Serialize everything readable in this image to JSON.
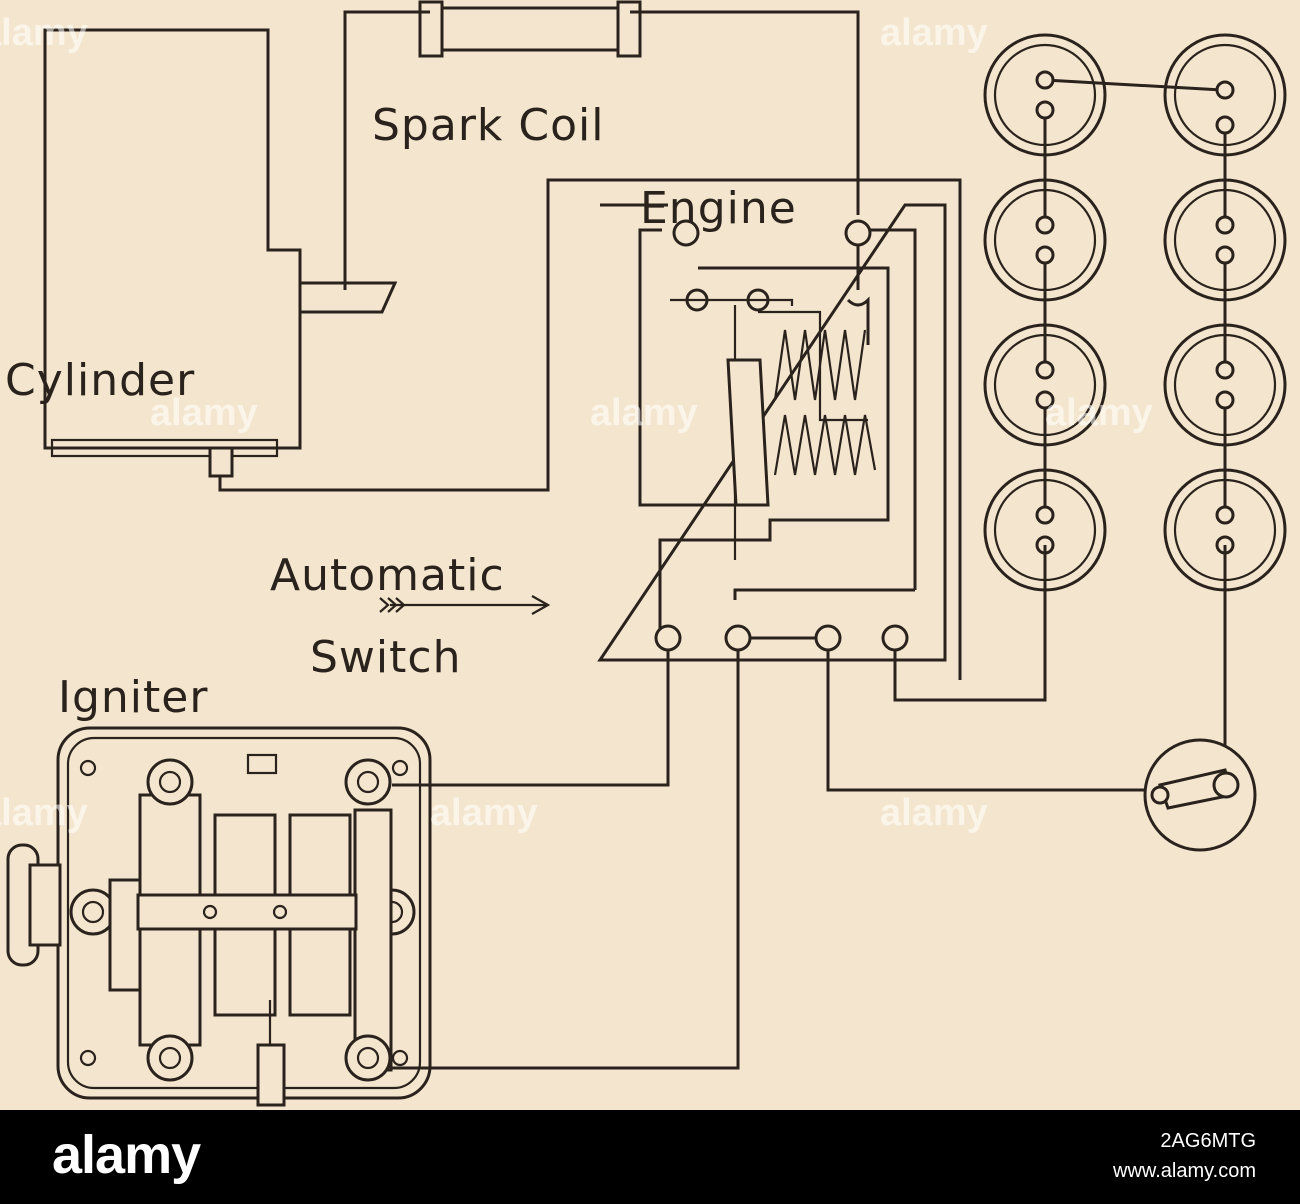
{
  "labels": {
    "spark_coil": "Spark Coil",
    "engine": "Engine",
    "cylinder": "Cylinder",
    "automatic": "Automatic",
    "switch": "Switch",
    "igniter": "Igniter"
  },
  "watermark": "alamy",
  "footer": {
    "brand": "alamy",
    "image_id": "2AG6MTG",
    "site": "www.alamy.com"
  },
  "colors": {
    "paper": "#f4e6ce",
    "ink": "#2a221c",
    "footer_bg": "#000000"
  }
}
